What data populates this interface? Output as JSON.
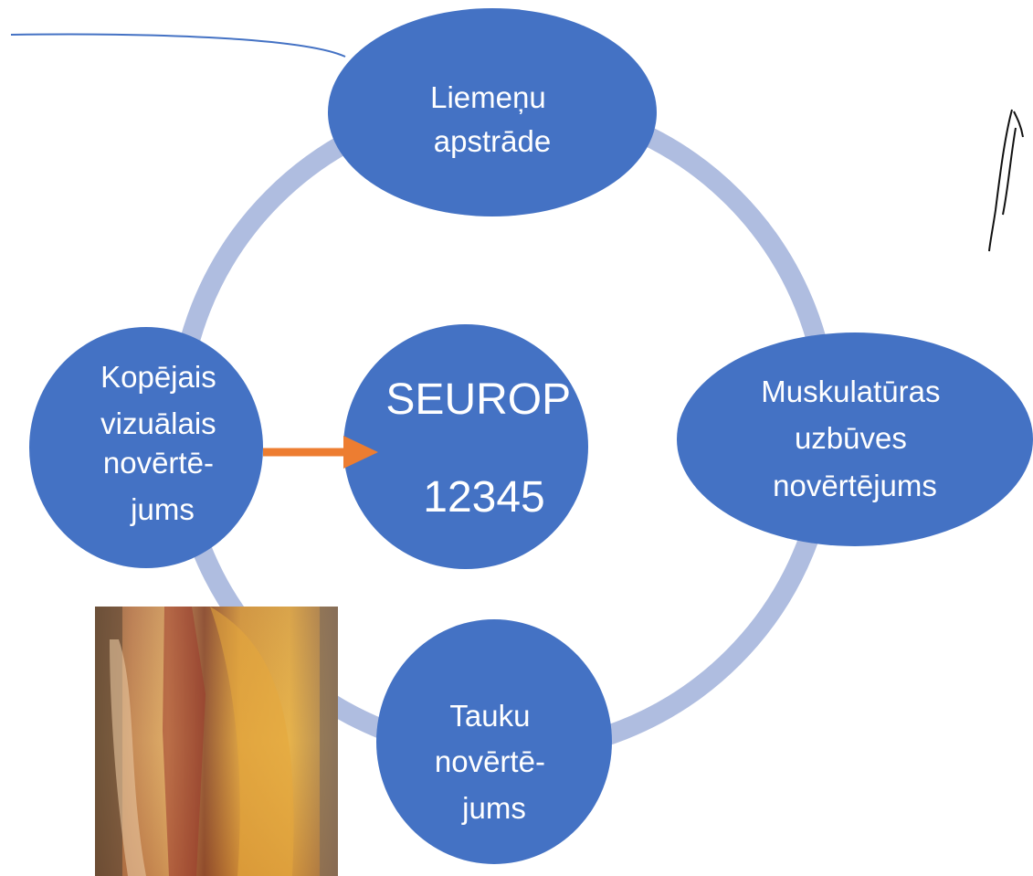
{
  "diagram": {
    "colors": {
      "node_fill": "#4472C4",
      "ring": "#AFBDE0",
      "arrow": "#ED7D31",
      "connector": "#4472C4",
      "text": "#FFFFFF"
    },
    "nodes": {
      "top": {
        "lines": [
          "Liemeņu",
          "apstrāde"
        ]
      },
      "right": {
        "lines": [
          "Muskulatūras",
          "uzbūves",
          "novērtējums"
        ]
      },
      "bottom": {
        "lines": [
          "Tauku",
          "novērtē-",
          "jums"
        ]
      },
      "left": {
        "lines": [
          "Kopējais",
          "vizuālais",
          "novērtē-",
          "jums"
        ]
      },
      "center": {
        "lines": [
          "SEUROP",
          "12345"
        ]
      }
    },
    "images": {
      "carcass_photo": "photo-carcass-fat",
      "sketch": "sketch-drawing"
    }
  }
}
